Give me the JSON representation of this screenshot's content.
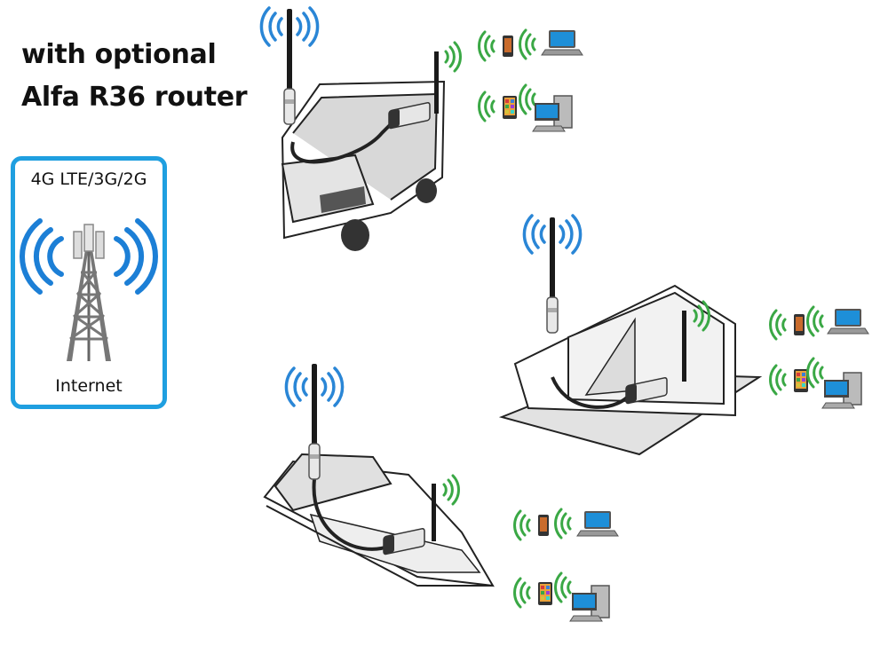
{
  "headline": {
    "line1": "with optional",
    "line2": "Alfa R36 router"
  },
  "network_box": {
    "networks": "4G LTE/3G/2G",
    "label": "Internet"
  },
  "colors": {
    "box_border": "#1f9fe0",
    "cell_wave": "#1c7fd6",
    "antenna_wave": "#2a86d6",
    "wifi_wave": "#3aa845",
    "device_screen": "#1e8fd8"
  },
  "scenes": [
    {
      "name": "rv",
      "devices": [
        "phone",
        "laptop",
        "tablet",
        "desktop"
      ]
    },
    {
      "name": "house",
      "devices": [
        "phone",
        "laptop",
        "tablet",
        "desktop"
      ]
    },
    {
      "name": "boat",
      "devices": [
        "phone",
        "laptop",
        "tablet",
        "desktop"
      ]
    }
  ]
}
